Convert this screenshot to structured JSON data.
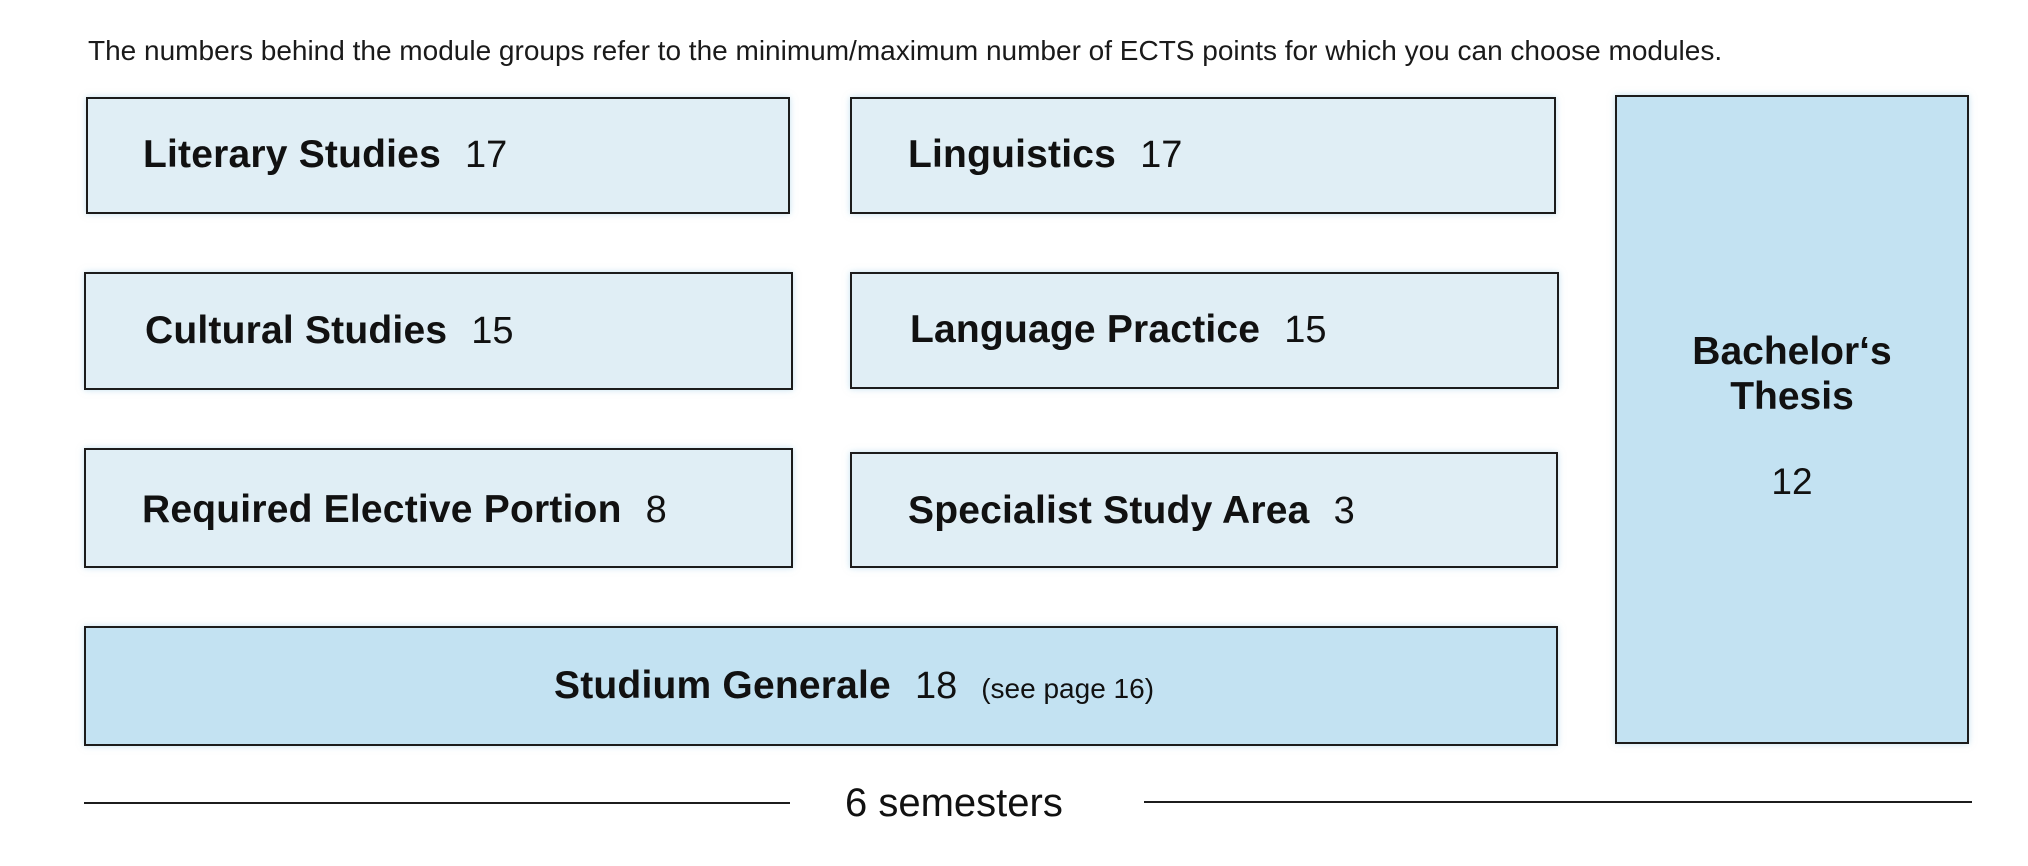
{
  "intro_text": "The numbers behind the module groups refer to the minimum/maximum number of ECTS points for which you can choose modules.",
  "module_groups": [
    {
      "name": "Literary Studies",
      "points": "17"
    },
    {
      "name": "Linguistics",
      "points": "17"
    },
    {
      "name": "Cultural Studies",
      "points": "15"
    },
    {
      "name": "Language Practice",
      "points": "15"
    },
    {
      "name": "Required Elective Portion",
      "points": "8"
    },
    {
      "name": "Specialist Study Area",
      "points": "3"
    }
  ],
  "studium_generale": {
    "name": "Studium Generale",
    "points": "18",
    "note": "(see page 16)"
  },
  "thesis": {
    "name_line1": "Bachelor‘s",
    "name_line2": "Thesis",
    "points": "12"
  },
  "duration": "6 semesters",
  "colors": {
    "light_box_fill": "#e0eef5",
    "strong_box_fill": "#c3e2f2",
    "border": "#1c1c1c"
  }
}
